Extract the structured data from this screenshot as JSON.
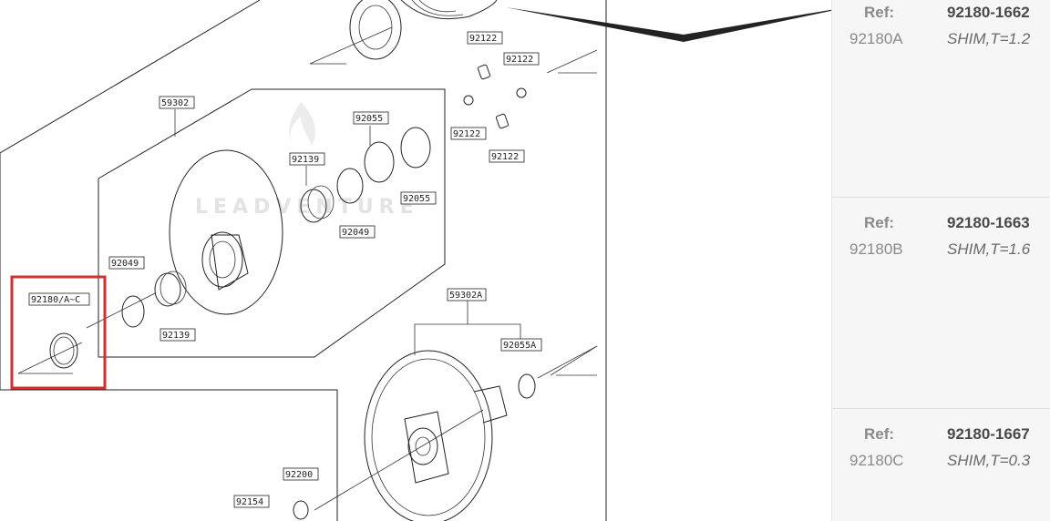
{
  "diagram": {
    "watermark": "LEADVENTURE",
    "callouts": {
      "c92122a": "92122",
      "c92122b": "92122",
      "c92122c": "92122",
      "c92122d": "92122",
      "c59302": "59302",
      "c92055": "92055",
      "c92139a": "92139",
      "c92055b": "92055",
      "c92049a": "92049",
      "c92049b": "92049",
      "c92180": "92180/A~C",
      "c92139b": "92139",
      "c59302A": "59302A",
      "c92055A": "92055A",
      "c92200": "92200",
      "c92154": "92154"
    },
    "highlight_color": "#d32f2f"
  },
  "parts_panel": {
    "parts": [
      {
        "ref_label": "Ref:",
        "ref_number": "92180-1662",
        "code": "92180A",
        "description": "SHIM,T=1.2"
      },
      {
        "ref_label": "Ref:",
        "ref_number": "92180-1663",
        "code": "92180B",
        "description": "SHIM,T=1.6"
      },
      {
        "ref_label": "Ref:",
        "ref_number": "92180-1667",
        "code": "92180C",
        "description": "SHIM,T=0.3"
      }
    ]
  }
}
